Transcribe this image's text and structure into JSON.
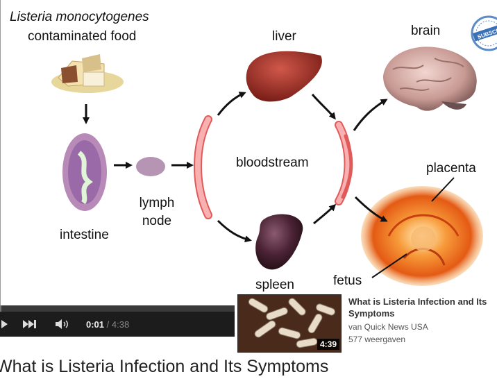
{
  "diagram": {
    "title_italic": "Listeria monocytogenes",
    "title_line2": "contaminated food",
    "labels": {
      "liver": "liver",
      "brain": "brain",
      "bloodstream": "bloodstream",
      "placenta": "placenta",
      "intestine": "intestine",
      "lymph_node_line1": "lymph",
      "lymph_node_line2": "node",
      "spleen": "spleen",
      "fetus": "fetus"
    },
    "badge_text": "SUBSCR"
  },
  "player": {
    "progress_fraction": 0.004,
    "current_time": "0:01",
    "separator": " / ",
    "total_time": "4:38"
  },
  "related": {
    "title": "What is Listeria Infection and Its Symptoms",
    "channel": "van Quick News USA",
    "views": "577 weergaven",
    "duration": "4:39"
  },
  "page": {
    "title": "What is Listeria Infection and Its Symptoms"
  },
  "colors": {
    "vessel": "#f08a8a",
    "liver": "#a8322a",
    "spleen": "#3a1a28",
    "placenta": "#e8611a"
  }
}
